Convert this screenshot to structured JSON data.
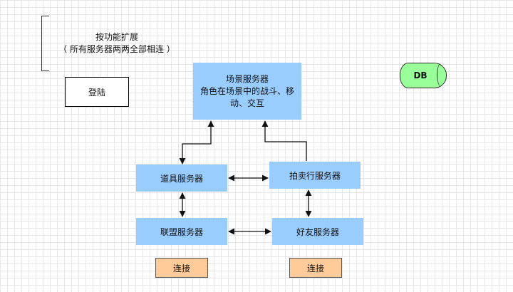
{
  "note": {
    "line1": "按功能扩展",
    "line2": "（ 所有服务器两两全部相连 ）"
  },
  "nodes": {
    "login": "登陆",
    "scene_title": "场景服务器",
    "scene_line2": "角色在场景中的战斗、移",
    "scene_line3": "动、交互",
    "db": "DB",
    "item": "道具服务器",
    "auction": "拍卖行服务器",
    "league": "联盟服务器",
    "friend": "好友服务器",
    "connect_left": "连接",
    "connect_right": "连接"
  },
  "colors": {
    "server_fill": "#99ccff",
    "db_fill": "#99ff99",
    "connect_fill": "#ffcc99"
  }
}
